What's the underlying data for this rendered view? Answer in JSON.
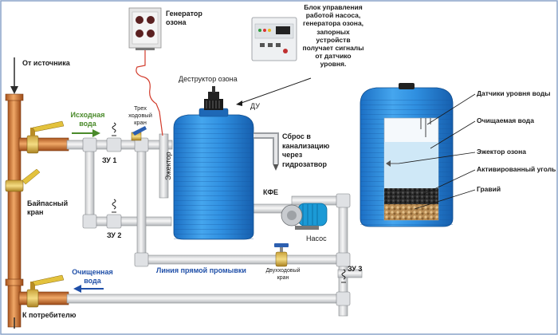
{
  "labels": {
    "from_source": "От источника",
    "to_consumer": "К потребителю",
    "bypass_valve": [
      "Байпасный",
      "кран"
    ],
    "source_water": [
      "Исходная",
      "вода"
    ],
    "purified_water": [
      "Очищенная",
      "вода"
    ],
    "ozone_generator": [
      "Генератор",
      "озона"
    ],
    "control_unit": [
      "Блок управления",
      "работой насоса,",
      "генератора озона,",
      "запорных",
      "устройств",
      "получает сигналы",
      "от датчико",
      "уровня."
    ],
    "ozone_destructor": "Деструктор озона",
    "du": "ДУ",
    "three_way_valve": [
      "Трех",
      "ходовый",
      "кран"
    ],
    "ejector": "Эжектор",
    "drain": [
      "Сброс в",
      "канализацию",
      "через",
      "гидрозатвор"
    ],
    "zu1": "ЗУ 1",
    "zu2": "ЗУ 2",
    "zu3": "ЗУ 3",
    "kfe": "КФЕ",
    "pump": "Насос",
    "direct_flush_line": "Линия прямой промывки",
    "two_way_valve": [
      "Двухходовый",
      "кран"
    ],
    "level_sensors": "Датчики уровня воды",
    "water_being_cleaned": "Очищаемая вода",
    "ozone_ejector": "Эжектор озона",
    "activated_carbon": "Активированный уголь",
    "gravel": "Гравий"
  },
  "icons": [
    "valve-handle-icon",
    "arrow-icon",
    "pump-icon",
    "sensor-icon",
    "destructor-icon"
  ]
}
